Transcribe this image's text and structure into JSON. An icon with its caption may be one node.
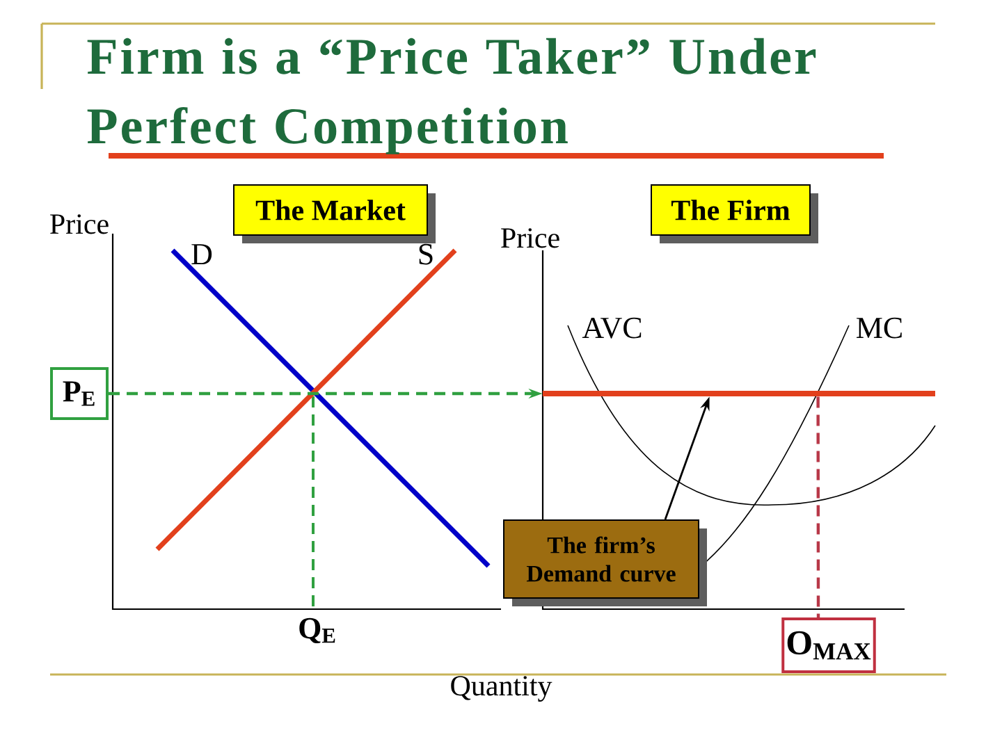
{
  "diagram": {
    "title": "Firm is a “Price Taker” Under Perfect Competition",
    "nodes": [
      {
        "text": [
          "The Market"
        ]
      },
      {
        "text": [
          "The Firm"
        ]
      },
      {
        "text": [
          "P$_{E}$"
        ]
      },
      {
        "text": [],
        "shape": "line"
      },
      {
        "text": [
          "The firm’s Demand curve"
        ]
      },
      {
        "text": [
          "O$_{MAX}$"
        ]
      }
    ],
    "edges": [
      {
        "from": 4,
        "to": 3,
        "arrow": "to"
      },
      {
        "from": 2,
        "to": 3,
        "arrow": "to",
        "style": "dashed",
        "color": "#30a040"
      },
      {
        "from": 3,
        "to": 5,
        "arrow": "none",
        "style": "dashed",
        "color": "#b83848"
      }
    ],
    "labels": [
      "Price",
      "D",
      "S",
      "Price",
      "AVC",
      "MC",
      "Q$_{E}$",
      "Quantity"
    ]
  }
}
